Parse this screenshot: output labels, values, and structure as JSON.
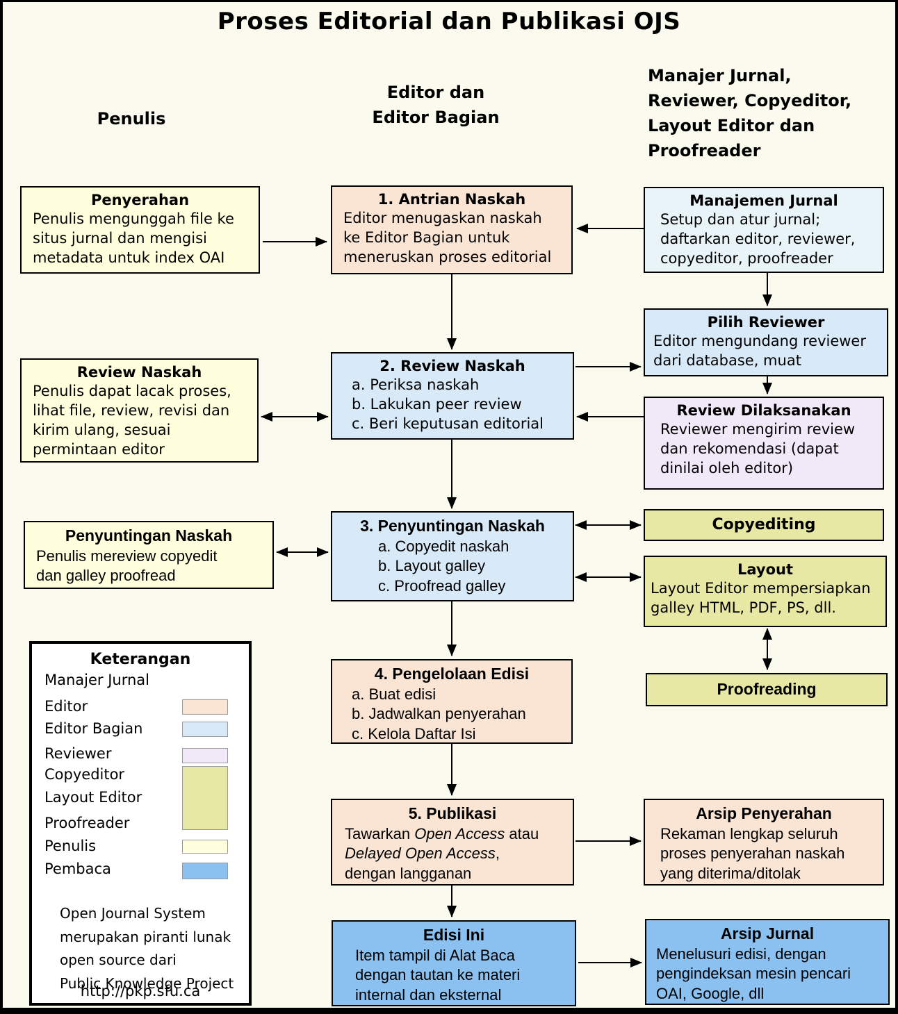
{
  "title": "Proses Editorial dan Publikasi OJS",
  "columns": {
    "penulis": "Penulis",
    "editor": [
      "Editor dan",
      "Editor Bagian"
    ],
    "manajer": [
      "Manajer Jurnal,",
      "Reviewer, Copyeditor,",
      "Layout Editor dan",
      "Proofreader"
    ]
  },
  "colors": {
    "background": "#FAFAEE",
    "penulis": "#FFFFDE",
    "editor": "#FAE5D4",
    "editor_bagian": "#D8E9F8",
    "manajer": "#E9F4F9",
    "reviewer": "#F2E9F8",
    "olive": "#E8E8A5",
    "pembaca": "#8AC1F0",
    "line": "#000000"
  },
  "boxes": {
    "penyerahan": {
      "title": "Penyerahan",
      "lines": [
        "Penulis mengunggah file ke",
        "situs jurnal dan mengisi",
        "metadata untuk index OAI"
      ]
    },
    "antrian": {
      "title": "1. Antrian Naskah",
      "lines": [
        "Editor menugaskan naskah",
        "ke Editor Bagian untuk",
        "meneruskan proses editorial"
      ]
    },
    "manajemen": {
      "title": "Manajemen Jurnal",
      "lines": [
        "Setup dan atur jurnal;",
        "daftarkan editor, reviewer,",
        "copyeditor, proofreader"
      ]
    },
    "pilih_reviewer": {
      "title": "Pilih Reviewer",
      "lines": [
        "Editor mengundang reviewer",
        "dari database, muat"
      ]
    },
    "review_dilaksanakan": {
      "title": "Review Dilaksanakan",
      "lines": [
        "Reviewer mengirim review",
        "dan rekomendasi (dapat",
        "dinilai oleh editor)"
      ]
    },
    "review_penulis": {
      "title": "Review Naskah",
      "lines": [
        "Penulis dapat lacak proses,",
        "lihat file, review, revisi dan",
        "kirim ulang, sesuai",
        "permintaan editor"
      ]
    },
    "review_editor": {
      "title": "2. Review Naskah",
      "lines": [
        "a. Periksa naskah",
        "b. Lakukan peer review",
        "c. Beri keputusan editorial"
      ]
    },
    "penyuntingan_penulis": {
      "title": "Penyuntingan Naskah",
      "lines": [
        "Penulis mereview copyedit",
        "dan galley proofread"
      ]
    },
    "penyuntingan_editor": {
      "title": "3. Penyuntingan Naskah",
      "lines": [
        "a. Copyedit naskah",
        "b. Layout galley",
        "c. Proofread galley"
      ]
    },
    "copyediting": {
      "title": "Copyediting",
      "lines": []
    },
    "layout": {
      "title": "Layout",
      "lines": [
        "Layout Editor mempersiapkan",
        "galley HTML, PDF, PS, dll."
      ]
    },
    "pengelolaan": {
      "title": "4. Pengelolaan Edisi",
      "lines": [
        "a. Buat edisi",
        "b. Jadwalkan penyerahan",
        "c. Kelola Daftar Isi"
      ]
    },
    "proofreading": {
      "title": "Proofreading",
      "lines": []
    },
    "publikasi": {
      "title": "5. Publikasi",
      "lines": [
        [
          {
            "t": "Tawarkan "
          },
          {
            "t": "Open Access",
            "i": true
          },
          {
            "t": " atau"
          }
        ],
        [
          {
            "t": "Delayed Open Access",
            "i": true
          },
          {
            "t": ","
          }
        ],
        "dengan langganan"
      ]
    },
    "arsip_penyerahan": {
      "title": "Arsip Penyerahan",
      "lines": [
        "Rekaman lengkap seluruh",
        "proses penyerahan naskah",
        "yang diterima/ditolak"
      ]
    },
    "edisi_ini": {
      "title": "Edisi Ini",
      "lines": [
        "Item tampil di Alat Baca",
        "dengan tautan ke materi",
        "internal dan eksternal"
      ]
    },
    "arsip_jurnal": {
      "title": "Arsip Jurnal",
      "lines": [
        "Menelusuri edisi, dengan",
        "pengindeksan mesin pencari",
        "OAI, Google, dll"
      ]
    }
  },
  "legend": {
    "title": "Keterangan",
    "items": [
      {
        "label": "Manajer Jurnal",
        "swatch": null
      },
      {
        "label": "Editor",
        "swatch": "editor"
      },
      {
        "label": "Editor Bagian",
        "swatch": "editor_bagian"
      },
      {
        "label": "Reviewer",
        "swatch": "reviewer"
      },
      {
        "label": "Copyeditor",
        "swatch": "olive"
      },
      {
        "label": "Layout Editor",
        "swatch": "olive"
      },
      {
        "label": "Proofreader",
        "swatch": "olive"
      },
      {
        "label": "Penulis",
        "swatch": "penulis"
      },
      {
        "label": "Pembaca",
        "swatch": "pembaca"
      }
    ],
    "note_lines": [
      "Open Journal System",
      "merupakan piranti lunak",
      "open source dari",
      "Public Knowledge Project"
    ],
    "url": "http://pkp.sfu.ca"
  }
}
